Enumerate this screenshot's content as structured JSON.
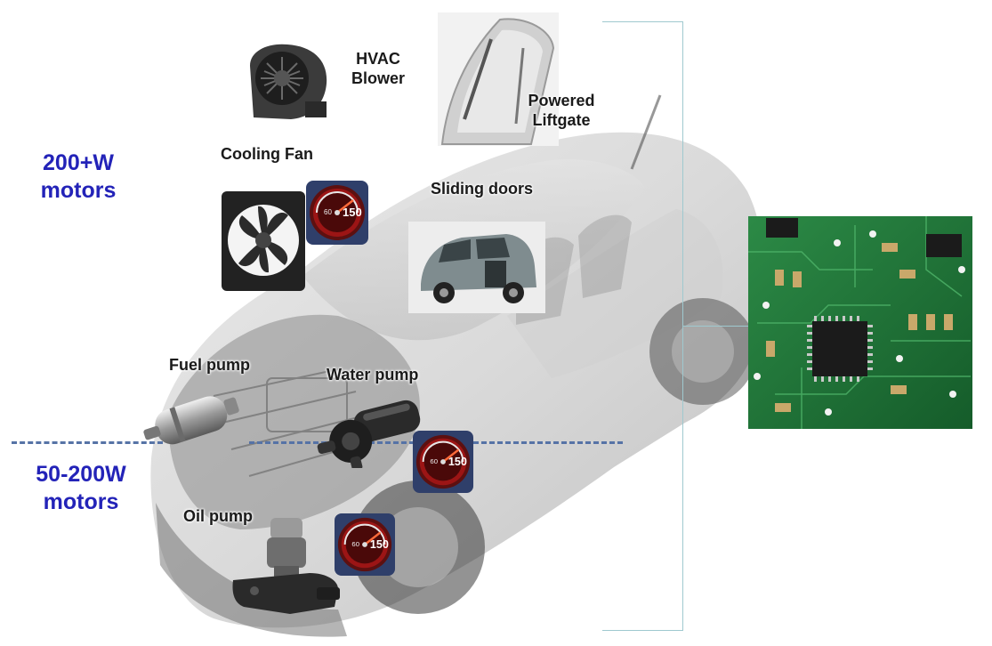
{
  "categories": {
    "high": {
      "line1": "200+W",
      "line2": "motors"
    },
    "low": {
      "line1": "50-200W",
      "line2": "motors"
    }
  },
  "components": {
    "hvac": {
      "line1": "HVAC",
      "line2": "Blower"
    },
    "liftgate": {
      "line1": "Powered",
      "line2": "Liftgate"
    },
    "cooling_fan": "Cooling Fan",
    "sliding_doors": "Sliding doors",
    "fuel_pump": "Fuel pump",
    "water_pump": "Water pump",
    "oil_pump": "Oil pump"
  },
  "gauge": {
    "reading": "150",
    "low": "60"
  },
  "colors": {
    "category_text": "#2323b8",
    "dashed_line": "#5673a6",
    "bracket": "#9fc9cf",
    "pcb_green": "#1f7a3a",
    "gauge_red": "#b01212"
  }
}
